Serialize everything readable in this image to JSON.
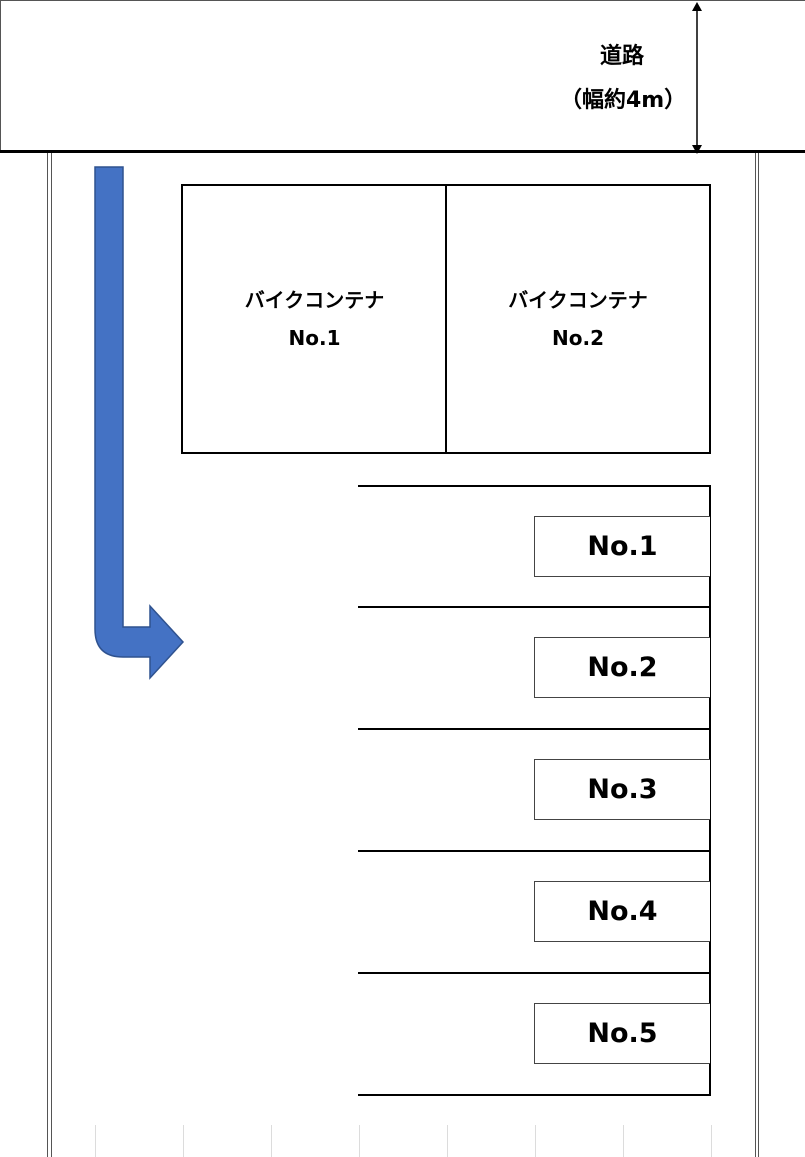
{
  "road": {
    "label": "道路",
    "width_note": "（幅約4m）"
  },
  "containers": [
    {
      "name": "バイクコンテナ",
      "number": "No.1"
    },
    {
      "name": "バイクコンテナ",
      "number": "No.2"
    }
  ],
  "parking_spaces": [
    {
      "label": "No.1"
    },
    {
      "label": "No.2"
    },
    {
      "label": "No.3"
    },
    {
      "label": "No.4"
    },
    {
      "label": "No.5"
    }
  ],
  "colors": {
    "entry_arrow_fill": "#4472c4",
    "entry_arrow_stroke": "#2f528f",
    "outline": "#000000"
  },
  "icons": {
    "entry_arrow": "turn-right-arrow-icon",
    "road_width_marker": "double-headed-arrow-icon"
  }
}
